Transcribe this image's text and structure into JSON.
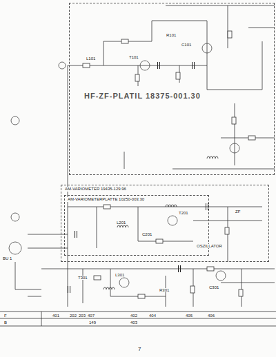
{
  "diagram": {
    "nodes": [
      {
        "text": [
          "HF-ZF-PLATIL 18375-001.30"
        ]
      },
      {
        "text": [
          "AM-VARIOMETER 19435-129.96"
        ]
      },
      {
        "text": [
          "AM-VARIOMETERPLATTE 10250-003.30"
        ],
        "in": 1
      }
    ],
    "labels": [
      "7",
      "F",
      "B",
      "401",
      "202",
      "203",
      "407",
      "149",
      "402",
      "403",
      "404",
      "405",
      "406",
      "BU 1",
      "T101",
      "L101",
      "C101",
      "R101",
      "T201",
      "L201",
      "C201",
      "OSZILLATOR",
      "ZF",
      "T301",
      "L301",
      "R301",
      "C301"
    ]
  }
}
